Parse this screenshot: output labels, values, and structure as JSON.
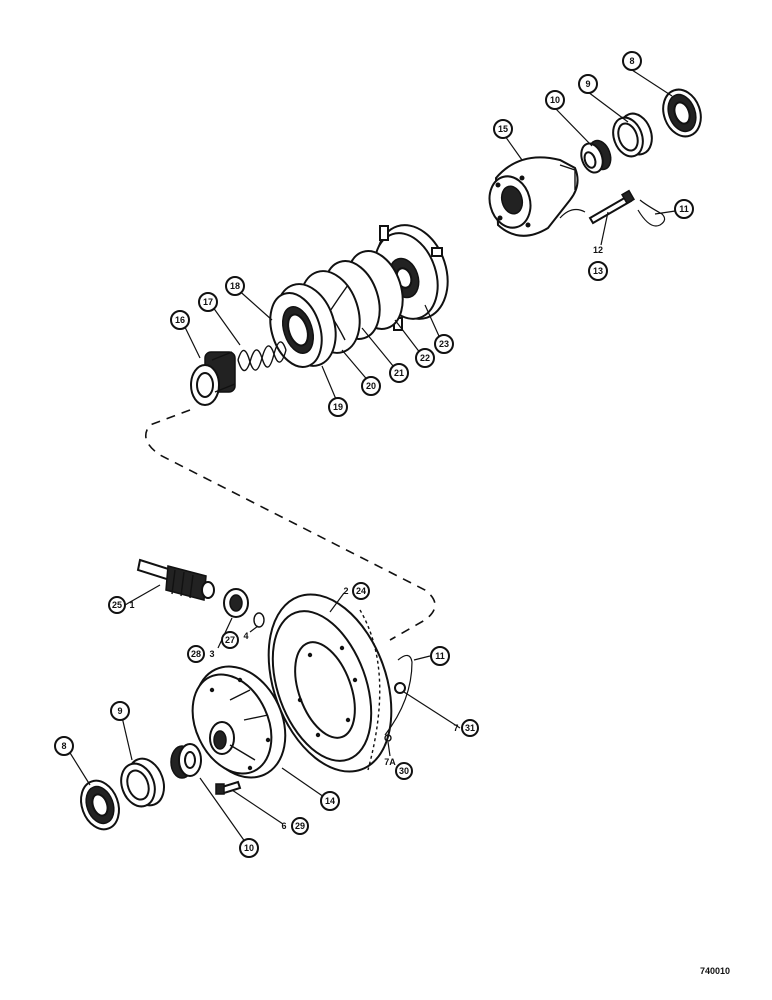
{
  "figure_number": "740010",
  "callouts": {
    "c8_top": "8",
    "c9_top": "9",
    "c10_top": "10",
    "c15": "15",
    "c11_top": "11",
    "c12": "12",
    "c13": "13",
    "c16": "16",
    "c17": "17",
    "c18_top": "18",
    "c19": "19",
    "c20": "20",
    "c21": "21",
    "c22": "22",
    "c23": "23",
    "c25": "25",
    "c1": "1",
    "c28": "28",
    "c3": "3",
    "c27": "27",
    "c4": "4",
    "c2": "2",
    "c24": "24",
    "c11_bot": "11",
    "c7": "7",
    "c31": "31",
    "c7a": "7A",
    "c30": "30",
    "c14": "14",
    "c6": "6",
    "c29": "29",
    "c9_bot": "9",
    "c8_bot": "8",
    "c10_bot": "10"
  }
}
